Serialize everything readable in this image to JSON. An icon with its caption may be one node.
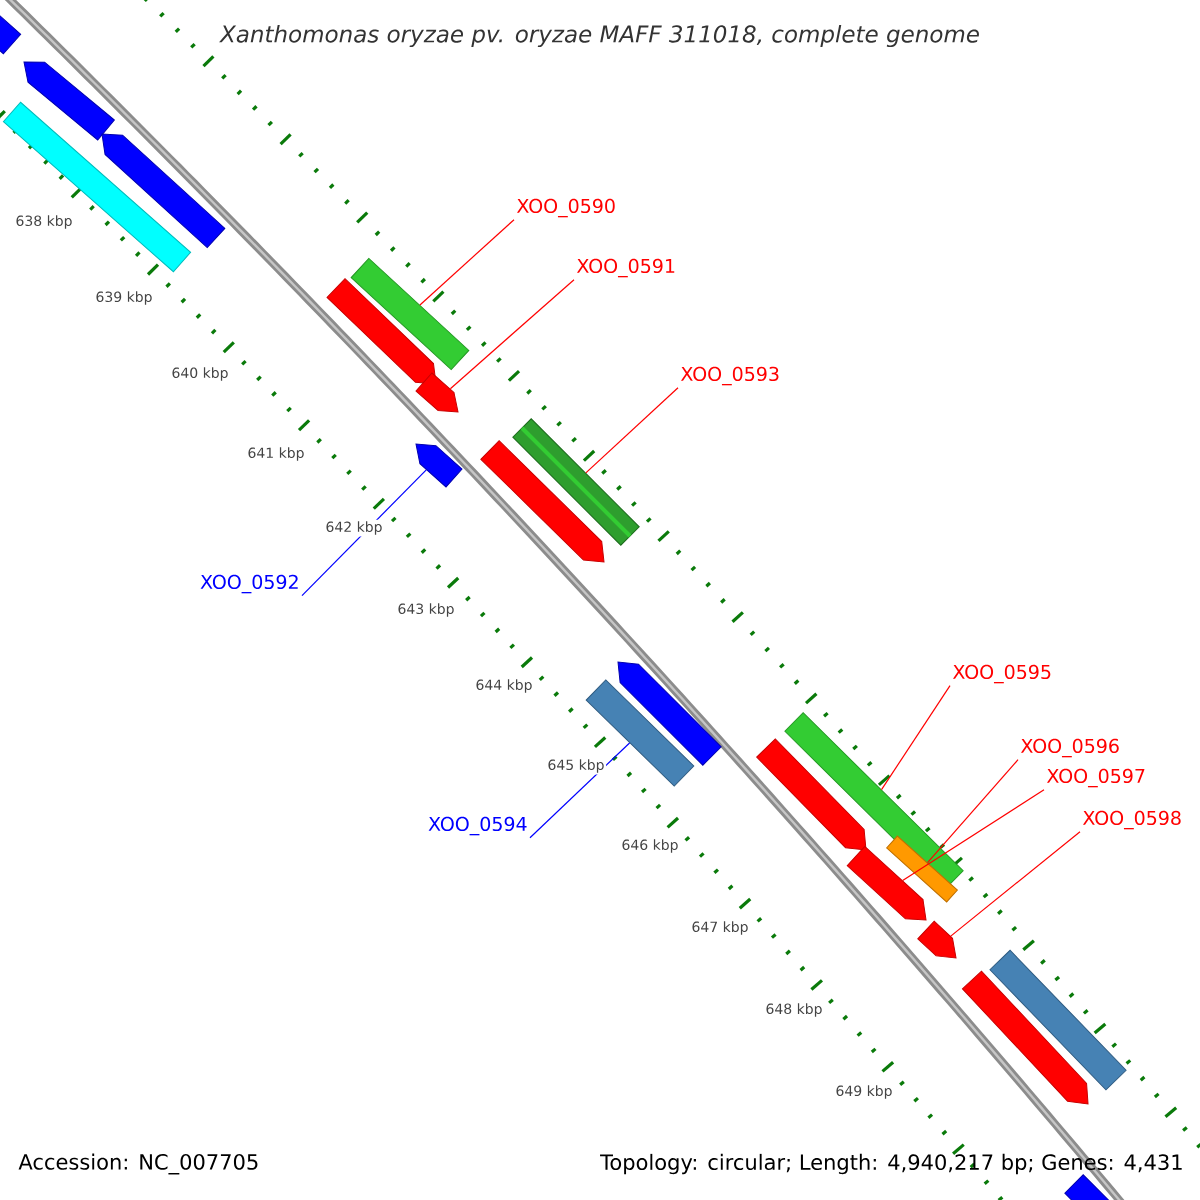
{
  "diagram": {
    "title": "Xanthomonas oryzae pv. oryzae MAFF 311018, complete genome",
    "nodes": [
      {
        "text": [
          "XOO_0590"
        ]
      },
      {
        "text": [
          "XOO_0591"
        ]
      },
      {
        "text": [
          "XOO_0593"
        ]
      },
      {
        "text": [
          "XOO_0592"
        ]
      },
      {
        "text": [
          "XOO_0595"
        ]
      },
      {
        "text": [
          "XOO_0596"
        ]
      },
      {
        "text": [
          "XOO_0597"
        ]
      },
      {
        "text": [
          "XOO_0598"
        ]
      },
      {
        "text": [
          "XOO_0594"
        ]
      },
      {
        "text": [],
        "shape": "bar"
      },
      {
        "text": [],
        "shape": "bar"
      },
      {
        "text": [],
        "shape": "arrow"
      },
      {
        "text": [],
        "shape": "arrow"
      },
      {
        "text": [],
        "shape": "arrow"
      },
      {
        "text": [],
        "shape": "bar"
      },
      {
        "text": [],
        "shape": "arrow"
      },
      {
        "text": [],
        "shape": "arrow"
      },
      {
        "text": [],
        "shape": "arrow"
      },
      {
        "text": [],
        "shape": "bar"
      },
      {
        "text": [],
        "shape": "bar"
      },
      {
        "text": [],
        "shape": "arrow"
      },
      {
        "text": [],
        "shape": "arrow"
      },
      {
        "text": [],
        "shape": "bar"
      },
      {
        "text": [],
        "shape": "arrow"
      },
      {
        "text": [],
        "shape": "bar"
      },
      {
        "text": [],
        "shape": "arrow"
      },
      {
        "text": [],
        "shape": "arrow"
      },
      {
        "text": [],
        "shape": "bar"
      },
      {
        "text": [],
        "shape": "bar"
      }
    ],
    "edges": [
      {
        "from": 0,
        "to": 14,
        "arrow": "none"
      },
      {
        "from": 1,
        "to": 15,
        "arrow": "none"
      },
      {
        "from": 2,
        "to": 18,
        "arrow": "none"
      },
      {
        "from": 3,
        "to": 16,
        "arrow": "none",
        "color": "#0000ff"
      },
      {
        "from": 4,
        "to": 22,
        "arrow": "none"
      },
      {
        "from": 5,
        "to": 24,
        "arrow": "none"
      },
      {
        "from": 6,
        "to": 23,
        "arrow": "none"
      },
      {
        "from": 7,
        "to": 25,
        "arrow": "none"
      },
      {
        "from": 8,
        "to": 19,
        "arrow": "none",
        "color": "#0000ff"
      }
    ],
    "labels": [
      "638 kbp",
      "639 kbp",
      "640 kbp",
      "641 kbp",
      "642 kbp",
      "643 kbp",
      "644 kbp",
      "645 kbp",
      "646 kbp",
      "647 kbp",
      "648 kbp",
      "649 kbp",
      "Accession: NC_007705",
      "Topology: circular; Length: 4,940,217 bp; Genes: 4,431"
    ]
  }
}
